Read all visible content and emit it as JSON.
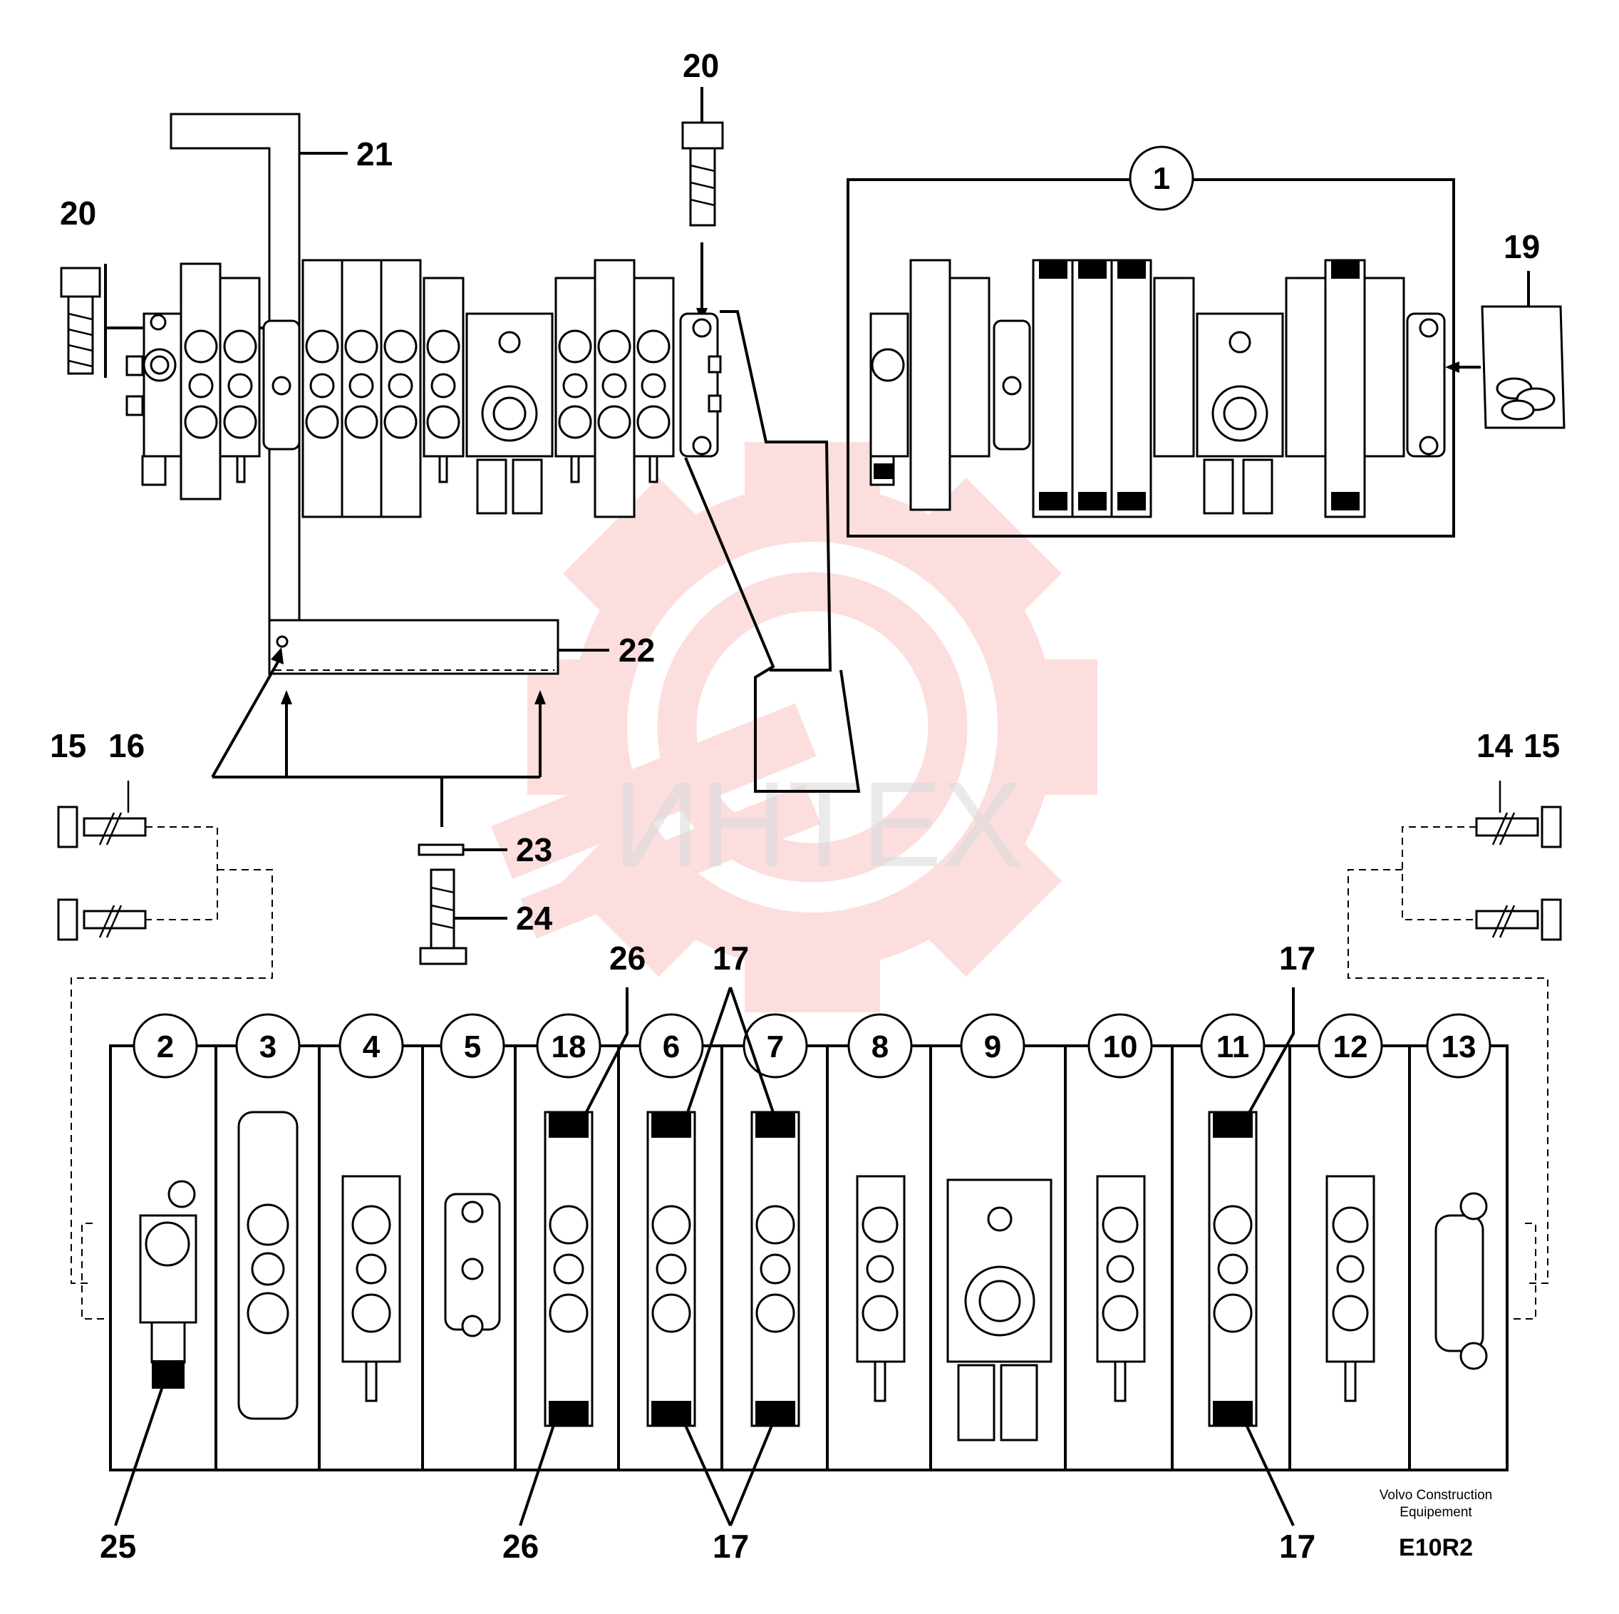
{
  "diagram": {
    "labels": {
      "bolt_top_center": "20",
      "bolt_top_left": "20",
      "bracket": "21",
      "valve_kit": "1",
      "seal_kit": "19",
      "bar": "22",
      "washer": "23",
      "bolt_bottom": "24",
      "nut_left": "15",
      "stud_left": "16",
      "stud_right": "14",
      "nut_right": "15",
      "seal_26_top": "26",
      "seal_26_bottom": "26",
      "seal_17_top_mid": "17",
      "seal_17_bottom_mid": "17",
      "seal_17_top_right": "17",
      "seal_17_bottom_right": "17",
      "plug_25": "25"
    },
    "sections": [
      "2",
      "3",
      "4",
      "5",
      "18",
      "6",
      "7",
      "8",
      "9",
      "10",
      "11",
      "12",
      "13"
    ],
    "credit_line1": "Volvo Construction",
    "credit_line2": "Equipement",
    "drawing_code": "E10R2",
    "watermark": "ИНТЕХ",
    "colors": {
      "watermark_logo": "#f26b6b",
      "ink": "#000000"
    }
  }
}
